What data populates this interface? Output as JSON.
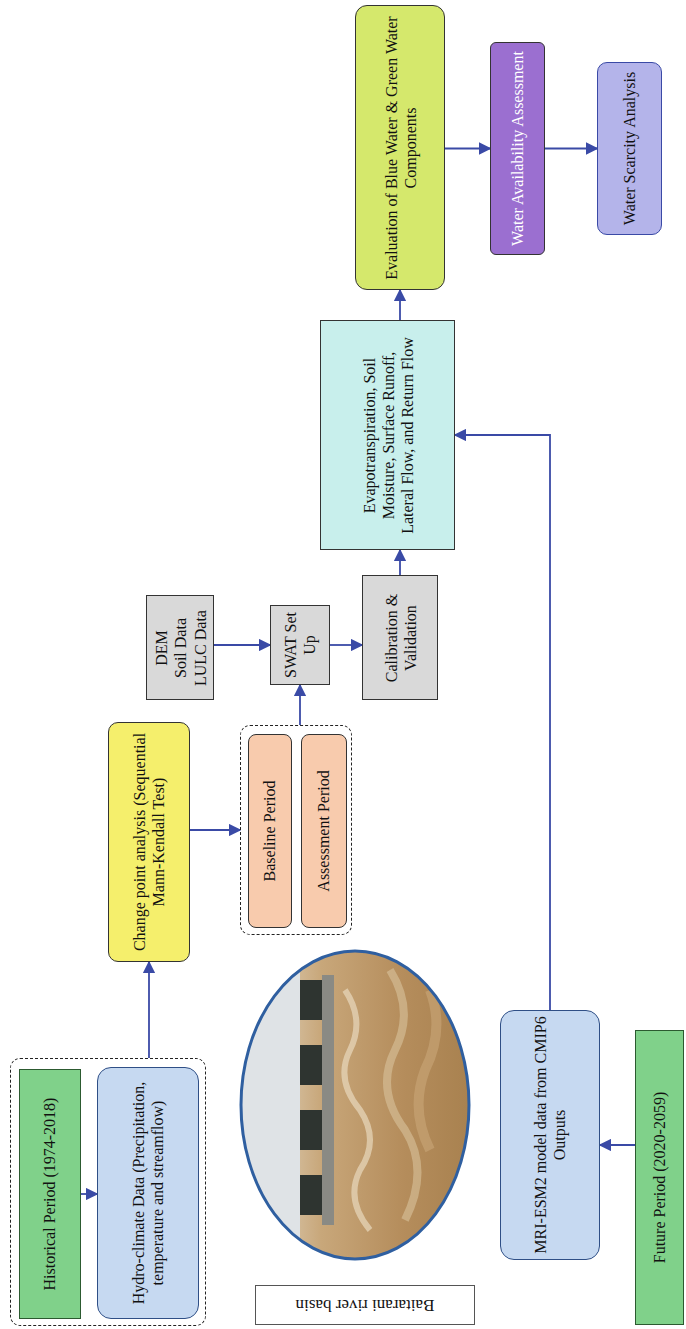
{
  "diagram": {
    "nodes": [
      {
        "text": []
      },
      {
        "text": [
          "Historical Period (1974-2018)"
        ],
        "in": 0
      },
      {
        "text": [
          "Hydro-climate Data (Precipitation, temperature and streamflow)"
        ],
        "in": 0
      },
      {
        "text": [
          "Change point analysis (Sequential Mann-Kendall Test)"
        ]
      },
      {
        "text": []
      },
      {
        "text": [
          "Baseline Period"
        ],
        "in": 4
      },
      {
        "text": [
          "Assessment Period"
        ],
        "in": 4
      },
      {
        "text": [
          "DEM",
          "Soil Data",
          "LULC Data"
        ]
      },
      {
        "text": [
          "SWAT Set Up"
        ]
      },
      {
        "text": [
          "Calibration & Validation"
        ]
      },
      {
        "text": [
          "Evapotranspiration, Soil Moisture, Surface Runoff, Lateral Flow, and Return Flow"
        ]
      },
      {
        "text": [
          "Evaluation of Blue Water & Green Water Components"
        ]
      },
      {
        "text": [
          "Water Availability Assessment"
        ]
      },
      {
        "text": [
          "Water Scarcity Analysis"
        ]
      },
      {
        "text": [
          "Future Period (2020-2059)"
        ]
      },
      {
        "text": [
          "MRI-ESM2 model data from CMIP6 Outputs"
        ]
      },
      {
        "text": [
          "Baitarani river basin"
        ]
      }
    ],
    "edges": [
      {
        "from": 1,
        "to": 2,
        "arrow": "to"
      },
      {
        "from": 0,
        "to": 3,
        "arrow": "to"
      },
      {
        "from": 3,
        "to": 4,
        "arrow": "to"
      },
      {
        "from": 4,
        "to": 8,
        "arrow": "to"
      },
      {
        "from": 7,
        "to": 8,
        "arrow": "to"
      },
      {
        "from": 8,
        "to": 9,
        "arrow": "to"
      },
      {
        "from": 9,
        "to": 10,
        "arrow": "to"
      },
      {
        "from": 10,
        "to": 11,
        "arrow": "to"
      },
      {
        "from": 11,
        "to": 12,
        "arrow": "to"
      },
      {
        "from": 12,
        "to": 13,
        "arrow": "to"
      },
      {
        "from": 14,
        "to": 15,
        "arrow": "to"
      },
      {
        "from": 15,
        "to": 10,
        "arrow": "to"
      }
    ]
  }
}
